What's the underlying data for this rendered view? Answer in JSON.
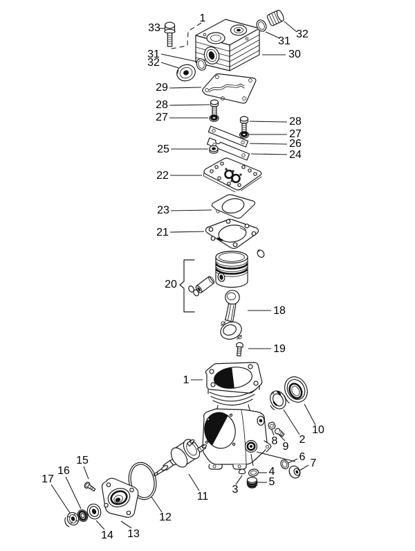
{
  "figure": {
    "type": "exploded-parts-diagram",
    "subject": "air-compressor",
    "background": "#ffffff",
    "stroke_color": "#1a1a1a",
    "label_color": "#000000"
  },
  "callouts": {
    "c33": {
      "label": "33"
    },
    "c1_top": {
      "label": "1"
    },
    "c31_top_right": {
      "label": "31"
    },
    "c32_top_right": {
      "label": "32"
    },
    "c30": {
      "label": "30"
    },
    "c31_left": {
      "label": "31"
    },
    "c32_left": {
      "label": "32"
    },
    "c29": {
      "label": "29"
    },
    "c28_left": {
      "label": "28"
    },
    "c27_left": {
      "label": "27"
    },
    "c28_right": {
      "label": "28"
    },
    "c27_right": {
      "label": "27"
    },
    "c26": {
      "label": "26"
    },
    "c25": {
      "label": "25"
    },
    "c24": {
      "label": "24"
    },
    "c22": {
      "label": "22"
    },
    "c23": {
      "label": "23"
    },
    "c21": {
      "label": "21"
    },
    "c20": {
      "label": "20"
    },
    "c18": {
      "label": "18"
    },
    "c19": {
      "label": "19"
    },
    "c1_body": {
      "label": "1"
    },
    "c2": {
      "label": "2"
    },
    "c10": {
      "label": "10"
    },
    "c8": {
      "label": "8"
    },
    "c9": {
      "label": "9"
    },
    "c6": {
      "label": "6"
    },
    "c7": {
      "label": "7"
    },
    "c4": {
      "label": "4"
    },
    "c5": {
      "label": "5"
    },
    "c3": {
      "label": "3"
    },
    "c11": {
      "label": "11"
    },
    "c12": {
      "label": "12"
    },
    "c13": {
      "label": "13"
    },
    "c14": {
      "label": "14"
    },
    "c15": {
      "label": "15"
    },
    "c16": {
      "label": "16"
    },
    "c17": {
      "label": "17"
    }
  }
}
